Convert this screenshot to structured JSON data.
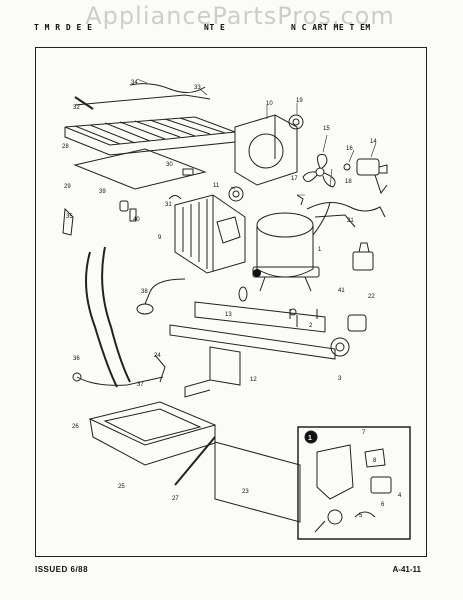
{
  "watermark": "AppliancePartsPros.com",
  "header": {
    "left": "T  M   R  D  E  E  ",
    "middle": "NT   E",
    "right": "N  C  ART  ME  T      EM"
  },
  "footer": {
    "issued": "ISSUED 6/88",
    "page_code": "A-41-11"
  },
  "callouts": [
    "34",
    "33",
    "32",
    "28",
    "10",
    "19",
    "15",
    "16",
    "14",
    "29",
    "30",
    "11",
    "17",
    "18",
    "21",
    "39",
    "35",
    "40",
    "31",
    "9",
    "1",
    "38",
    "13",
    "2",
    "41",
    "22",
    "36",
    "24",
    "3",
    "12",
    "37",
    "26",
    "25",
    "27",
    "23",
    "7",
    "8",
    "4",
    "5",
    "6"
  ],
  "inset": {
    "marker": "1"
  }
}
